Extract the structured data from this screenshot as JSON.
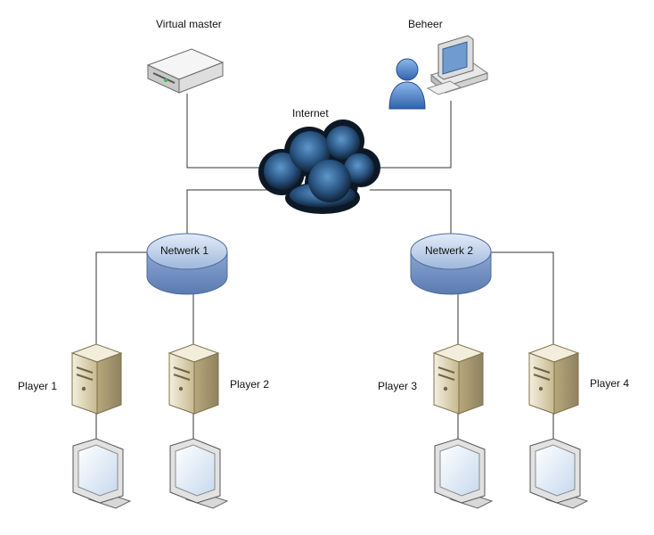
{
  "nodes": {
    "virtual_master": {
      "label": "Virtual master",
      "icon": "server-appliance-icon"
    },
    "beheer": {
      "label": "Beheer",
      "icon": "admin-workstation-icon"
    },
    "internet": {
      "label": "Internet",
      "icon": "cloud-icon"
    },
    "netwerk_1": {
      "label": "Netwerk 1",
      "icon": "network-hub-icon"
    },
    "netwerk_2": {
      "label": "Netwerk 2",
      "icon": "network-hub-icon"
    },
    "players": [
      {
        "label": "Player 1",
        "icon": "tower-pc-icon",
        "screen_icon": "monitor-icon"
      },
      {
        "label": "Player 2",
        "icon": "tower-pc-icon",
        "screen_icon": "monitor-icon"
      },
      {
        "label": "Player 3",
        "icon": "tower-pc-icon",
        "screen_icon": "monitor-icon"
      },
      {
        "label": "Player 4",
        "icon": "tower-pc-icon",
        "screen_icon": "monitor-icon"
      }
    ]
  },
  "colors": {
    "link_line": "#333333",
    "hub_fill": "#b9cbe8",
    "hub_edge": "#4f6d9e",
    "cloud_dark": "#0e1a2a",
    "cloud_light": "#4d86bd",
    "tower_fill": "#e2d8bc",
    "user_blue": "#3d78c7"
  }
}
